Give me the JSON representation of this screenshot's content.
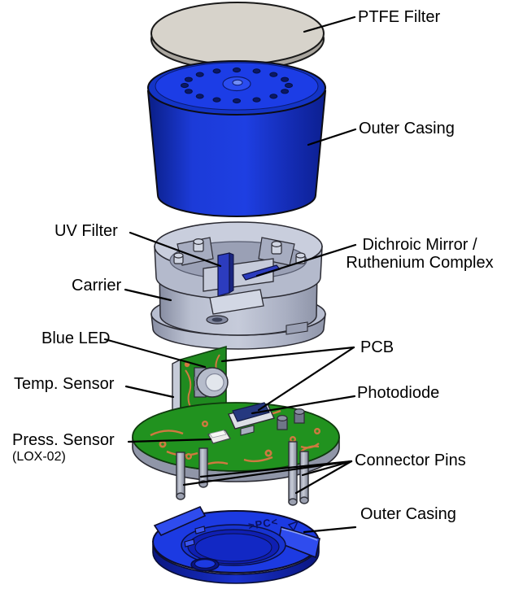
{
  "diagram": {
    "background": "#ffffff",
    "labels": {
      "ptfe_filter": "PTFE Filter",
      "outer_casing_top": "Outer Casing",
      "uv_filter": "UV Filter",
      "dichroic_line1": "Dichroic Mirror /",
      "dichroic_line2": "Ruthenium Complex",
      "carrier": "Carrier",
      "blue_led": "Blue LED",
      "pcb": "PCB",
      "temp_sensor": "Temp. Sensor",
      "photodiode": "Photodiode",
      "press_sensor": "Press. Sensor",
      "press_sensor_model": "(LOX-02)",
      "connector_pins": "Connector Pins",
      "outer_casing_bottom": "Outer Casing"
    },
    "molded_mark": ">PC<",
    "colors": {
      "casing_blue": "#1b38d8",
      "carrier_gray": "#b6bccd",
      "pcb_green": "#21921f",
      "trace_orange": "#cf7940",
      "ptfe_beige": "#d7d3cb",
      "photodiode_navy": "#25387f",
      "leader_line": "#000000"
    }
  }
}
